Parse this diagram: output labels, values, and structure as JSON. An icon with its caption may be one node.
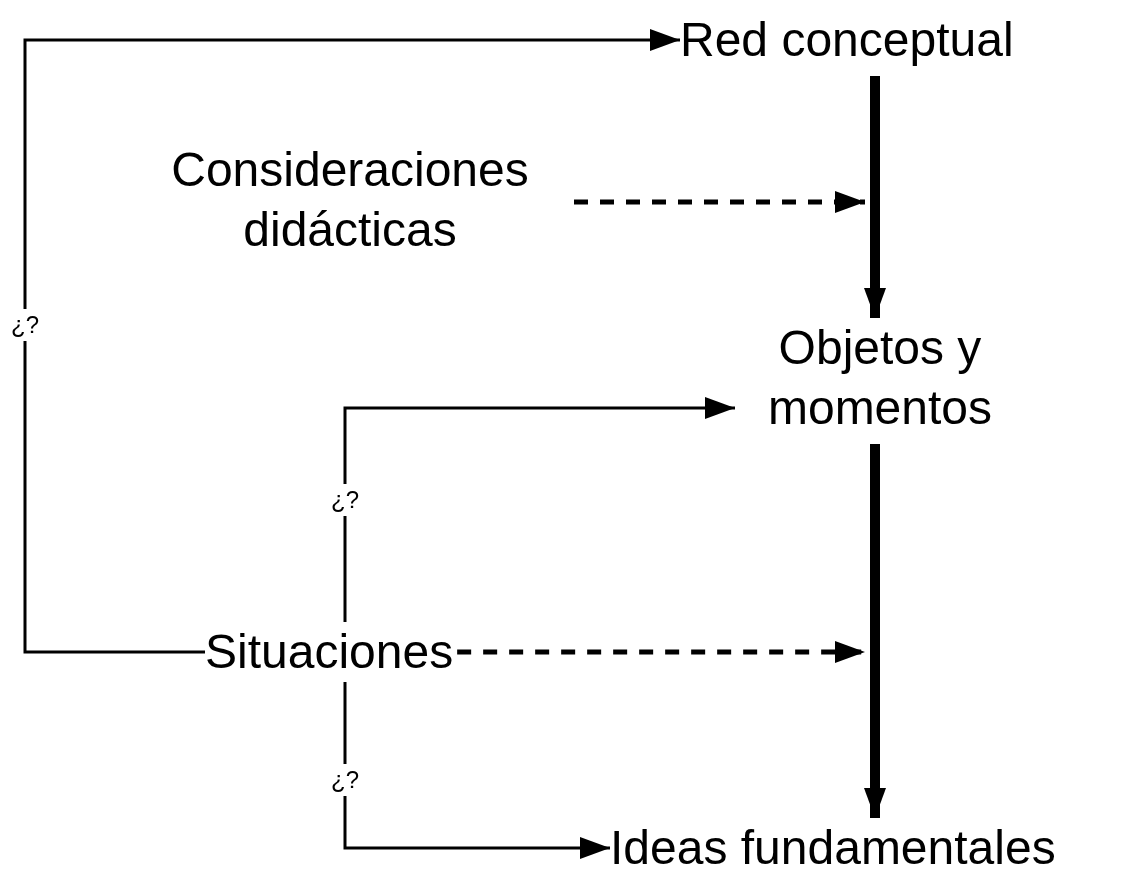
{
  "diagram": {
    "nodes": [
      {
        "text": [
          "Red conceptual"
        ]
      },
      {
        "text": [
          "Consideraciones didácticas"
        ]
      },
      {
        "text": [
          "Objetos y momentos"
        ]
      },
      {
        "text": [
          "Situaciones"
        ]
      },
      {
        "text": [
          "Ideas fundamentales"
        ]
      }
    ],
    "edges": [
      {
        "from": 3,
        "to": 0,
        "arrow": "to",
        "label": "¿?"
      },
      {
        "from": 0,
        "to": 2,
        "arrow": "to",
        "style": "thick"
      },
      {
        "from": 1,
        "to": null,
        "arrow": "to",
        "style": "dashed"
      },
      {
        "from": 2,
        "to": 4,
        "arrow": "to",
        "style": "thick"
      },
      {
        "from": 3,
        "to": null,
        "arrow": "to",
        "style": "dashed"
      },
      {
        "from": 3,
        "to": 2,
        "arrow": "to",
        "label": "¿?"
      },
      {
        "from": 3,
        "to": 4,
        "arrow": "to",
        "label": "¿?"
      }
    ]
  }
}
